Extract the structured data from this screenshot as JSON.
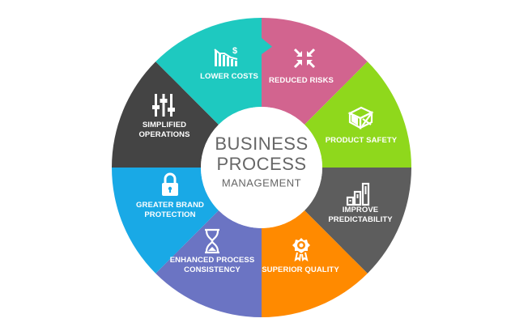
{
  "center": {
    "line1": "BUSINESS",
    "line2": "PROCESS",
    "line3": "MANAGEMENT"
  },
  "segments": [
    {
      "id": "reduced-risks",
      "label": "REDUCED RISKS",
      "icon": "arrows-inward-icon",
      "color": "#d2648f"
    },
    {
      "id": "product-safety",
      "label": "PRODUCT SAFETY",
      "icon": "box-icon",
      "color": "#8fd81c"
    },
    {
      "id": "improve-predictability",
      "label1": "IMPROVE",
      "label2": "PREDICTABILITY",
      "icon": "bar-chart-icon",
      "color": "#5d5d5d"
    },
    {
      "id": "superior-quality",
      "label": "SUPERIOR QUALITY",
      "icon": "award-badge-icon",
      "color": "#ff8a00"
    },
    {
      "id": "enhanced-process-consistency",
      "label1": "ENHANCED PROCESS",
      "label2": "CONSISTENCY",
      "icon": "hourglass-icon",
      "color": "#6b74c3"
    },
    {
      "id": "greater-brand-protection",
      "label1": "GREATER BRAND",
      "label2": "PROTECTION",
      "icon": "lock-icon",
      "color": "#19a9e6"
    },
    {
      "id": "simplified-operations",
      "label1": "SIMPLIFIED",
      "label2": "OPERATIONS",
      "icon": "sliders-icon",
      "color": "#444444"
    },
    {
      "id": "lower-costs",
      "label": "LOWER COSTS",
      "icon": "cost-down-chart-icon",
      "color": "#1ec9c0"
    }
  ]
}
